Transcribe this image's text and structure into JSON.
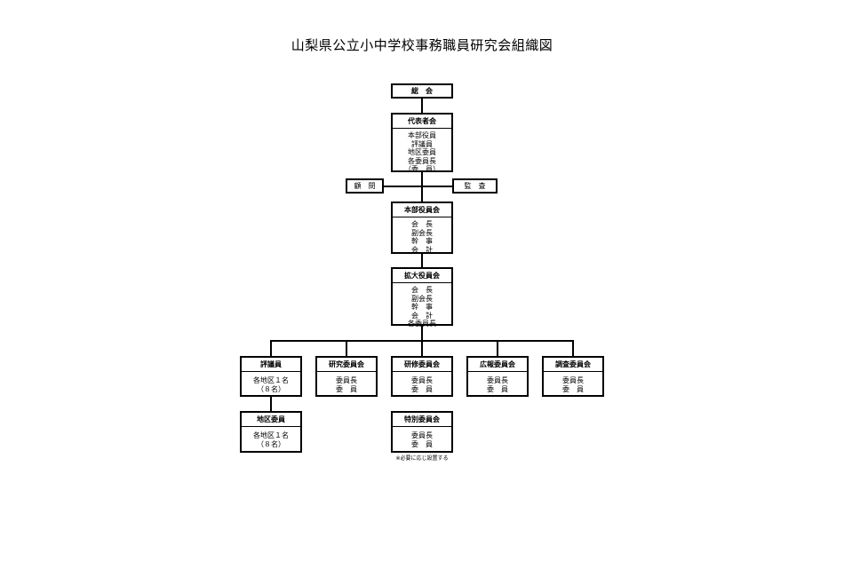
{
  "title": "山梨県公立小中学校事務職員研究会組織図",
  "general_meeting": "総　会",
  "representatives": {
    "head": "代表者会",
    "members": [
      "本部役員",
      "評議員",
      "地区委員",
      "各委員長",
      "（委　員）"
    ]
  },
  "advisor": "顧　問",
  "auditor": "監　査",
  "executive": {
    "head": "本部役員会",
    "members": [
      "会　長",
      "副会長",
      "幹　事",
      "会　計"
    ]
  },
  "extended": {
    "head": "拡大役員会",
    "members": [
      "会　長",
      "副会長",
      "幹　事",
      "会　計",
      "各委員長"
    ]
  },
  "committees": [
    {
      "head": "評議員",
      "members": [
        "各地区１名",
        "（８名）"
      ]
    },
    {
      "head": "研究委員会",
      "members": [
        "委員長",
        "委　員"
      ]
    },
    {
      "head": "研修委員会",
      "members": [
        "委員長",
        "委　員"
      ]
    },
    {
      "head": "広報委員会",
      "members": [
        "委員長",
        "委　員"
      ]
    },
    {
      "head": "調査委員会",
      "members": [
        "委員長",
        "委　員"
      ]
    }
  ],
  "district": {
    "head": "地区委員",
    "members": [
      "各地区１名",
      "（８名）"
    ]
  },
  "special": {
    "head": "特別委員会",
    "members": [
      "委員長",
      "委　員"
    ]
  },
  "special_note": "※必要に応じ設置する"
}
